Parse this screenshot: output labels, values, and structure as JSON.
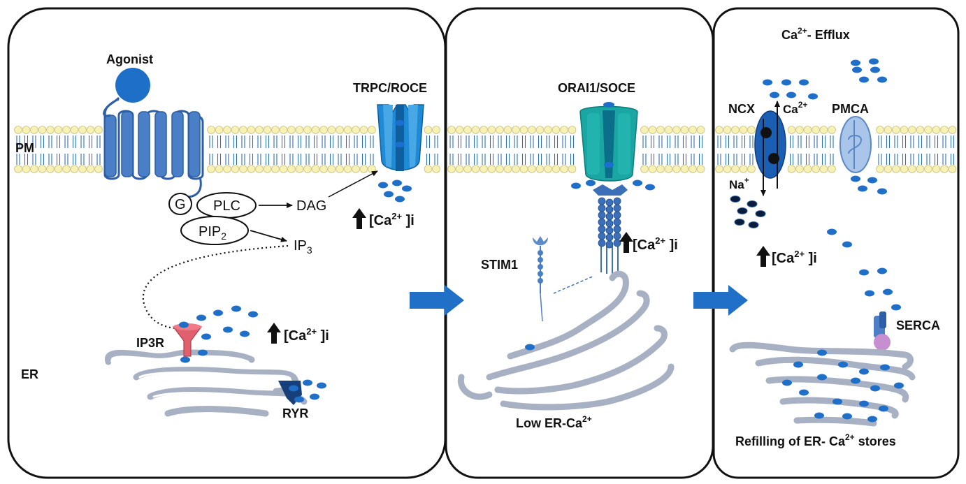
{
  "panels": {
    "left": {
      "pm_label": "PM",
      "er_label": "ER",
      "agonist_label": "Agonist",
      "trpc_label": "TRPC/ROCE",
      "g_label": "G",
      "plc_label": "PLC",
      "dag_label": "DAG",
      "pip2_label": "PIP",
      "pip2_sub": "2",
      "ip3_label": "IP",
      "ip3_sub": "3",
      "ip3r_label": "IP3R",
      "ryr_label": "RYR",
      "ca_i_top": {
        "open": "[Ca",
        "sup": "2+",
        "close": " ]i"
      },
      "ca_i_er": {
        "open": "[Ca",
        "sup": "2+",
        "close": " ]i"
      }
    },
    "middle": {
      "orai_label": "ORAI1/SOCE",
      "stim_label": "STIM1",
      "low_er_label": "Low ER-Ca",
      "low_er_sup": "2+",
      "ca_i": {
        "open": "[Ca",
        "sup": "2+",
        "close": " ]i"
      }
    },
    "right": {
      "efflux_label": "Ca",
      "efflux_sup": "2+",
      "efflux_rest": "- Efflux",
      "ncx_label": "NCX",
      "ca_label": "Ca",
      "ca_sup": "2+",
      "pmca_label": "PMCA",
      "na_label": "Na",
      "na_sup": "+",
      "serca_label": "SERCA",
      "refill_label": "Refilling of ER- Ca",
      "refill_sup": "2+",
      "refill_rest": " stores",
      "ca_i": {
        "open": "[Ca",
        "sup": "2+",
        "close": " ]i"
      }
    }
  },
  "colors": {
    "membrane_head": "#f7f1b5",
    "membrane_tail": "#2f6fb5",
    "receptor": "#4a7fc7",
    "ca_ion": "#1f6fc9",
    "er": "#aeb8c8",
    "trpc": "#1f8ad6",
    "orai": "#1aa6a3",
    "ncx": "#1b5fb4",
    "pmca": "#a9c6ea",
    "ip3r": "#e0606e",
    "ryr": "#173f7a",
    "serca_top": "#4e7ec5",
    "serca_bottom": "#c78fd0",
    "arrow_big": "#2070c8"
  }
}
